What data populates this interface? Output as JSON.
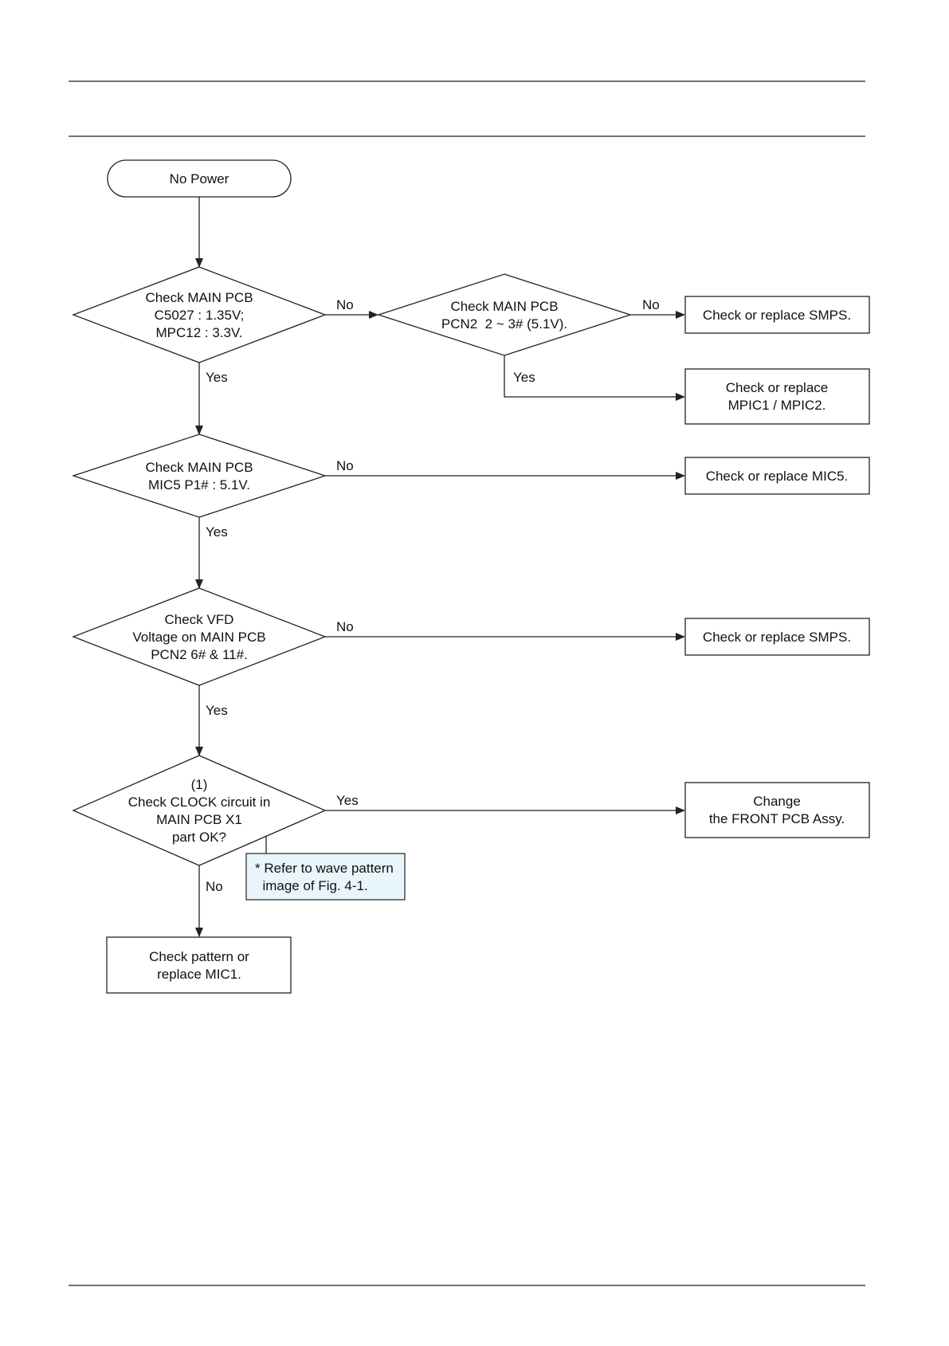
{
  "flowchart": {
    "start": {
      "lines": [
        "No Power"
      ]
    },
    "decisions": {
      "d1": {
        "lines": [
          "Check MAIN PCB",
          "C5027 : 1.35V;",
          "MPC12 : 3.3V."
        ]
      },
      "d1b": {
        "lines": [
          "Check MAIN PCB",
          "PCN2  2 ~ 3# (5.1V)."
        ]
      },
      "d2": {
        "lines": [
          "Check MAIN PCB",
          "MIC5 P1# : 5.1V."
        ]
      },
      "d3": {
        "lines": [
          "Check VFD",
          "Voltage on MAIN PCB",
          "PCN2 6# & 11#."
        ]
      },
      "d4": {
        "lines": [
          "(1)",
          "Check CLOCK circuit in",
          "MAIN PCB X1",
          "part OK?"
        ]
      }
    },
    "actions": {
      "a1": {
        "lines": [
          "Check or replace SMPS."
        ]
      },
      "a2": {
        "lines": [
          "Check or replace",
          "MPIC1 / MPIC2."
        ]
      },
      "a3": {
        "lines": [
          "Check or replace MIC5."
        ]
      },
      "a4": {
        "lines": [
          "Check or replace SMPS."
        ]
      },
      "a5": {
        "lines": [
          "Change",
          "the FRONT PCB Assy."
        ]
      },
      "a6": {
        "lines": [
          "Check pattern or",
          "replace MIC1."
        ]
      }
    },
    "note": {
      "lines": [
        "* Refer to wave pattern",
        "  image of Fig. 4-1."
      ]
    },
    "branch_labels": {
      "yes": "Yes",
      "no": "No"
    }
  }
}
